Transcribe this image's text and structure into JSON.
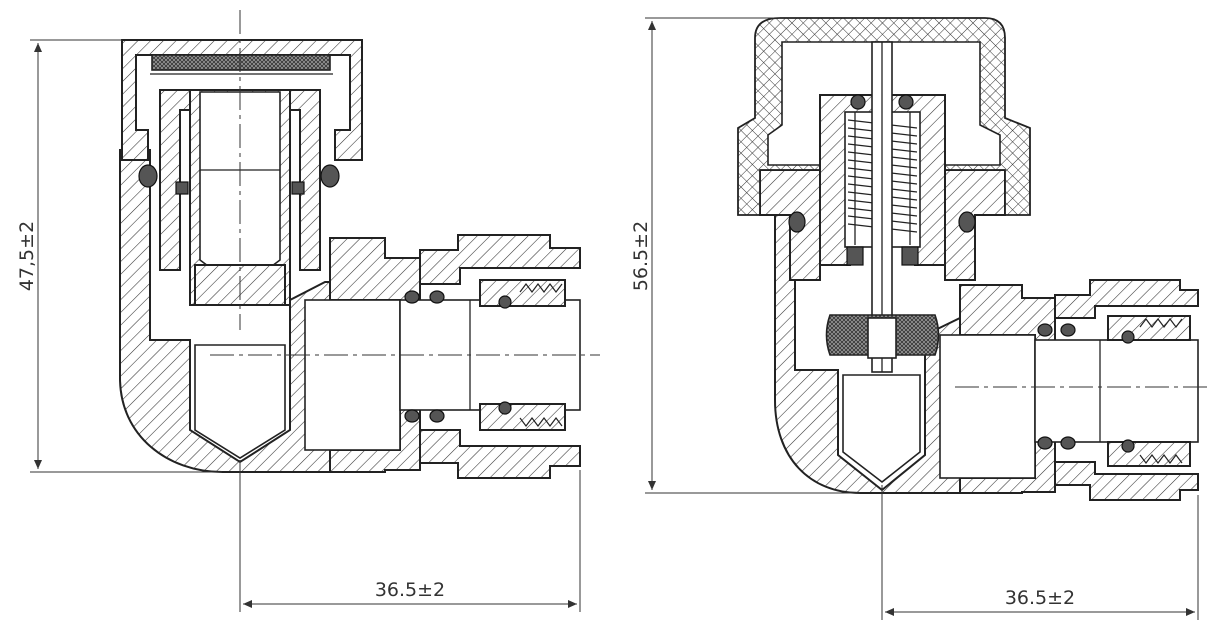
{
  "views": {
    "left": {
      "height_dimension": "47,5±2",
      "width_dimension": "36.5±2"
    },
    "right": {
      "height_dimension": "56.5±2",
      "width_dimension": "36.5±2"
    }
  },
  "colors": {
    "line": "#222222",
    "background": "#ffffff"
  }
}
